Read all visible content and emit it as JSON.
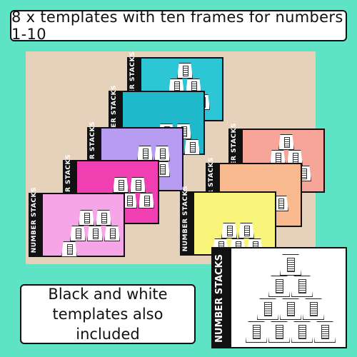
{
  "banner": {
    "text": "8 x templates with ten frames for numbers 1-10"
  },
  "info": {
    "text": "Black and white\ntemplates also included"
  },
  "card_label": "NUMBER STACKS",
  "colors": {
    "background": "#5fe3c5",
    "card_teal": "#2cc6d6",
    "card_cyan": "#20b9cc",
    "card_purple": "#b79cf2",
    "card_magenta": "#ef3fb0",
    "card_pink": "#f6a6e6",
    "card_salmon": "#f7a598",
    "card_peach": "#f9b98e",
    "card_yellow": "#f9f57a",
    "card_bw": "#ffffff"
  },
  "cards": [
    {
      "name": "card-pink",
      "color": "#f6a6e6"
    },
    {
      "name": "card-magenta",
      "color": "#ef3fb0"
    },
    {
      "name": "card-purple",
      "color": "#b79cf2"
    },
    {
      "name": "card-cyan",
      "color": "#20b9cc"
    },
    {
      "name": "card-teal",
      "color": "#2cc6d6"
    },
    {
      "name": "card-salmon",
      "color": "#f7a598"
    },
    {
      "name": "card-peach",
      "color": "#f9b98e"
    },
    {
      "name": "card-yellow",
      "color": "#f9f57a"
    }
  ]
}
